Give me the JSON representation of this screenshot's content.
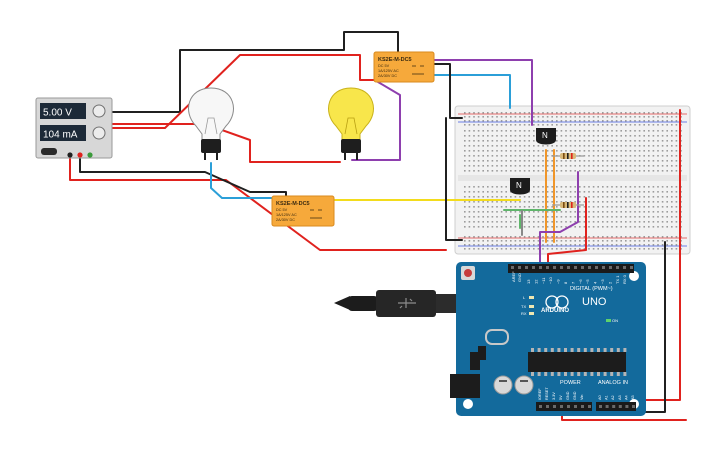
{
  "power_supply": {
    "voltage": "5.00 V",
    "current": "104 mA"
  },
  "relays": [
    {
      "part": "KS2E-M-DC5",
      "specs": [
        "DC 5V",
        "1A/125V AC",
        "2A/30V DC"
      ]
    },
    {
      "part": "KS2E-M-DC5",
      "specs": [
        "DC 5V",
        "1A/125V AC",
        "2A/30V DC"
      ]
    }
  ],
  "transistors": [
    {
      "label": "N"
    },
    {
      "label": "N"
    }
  ],
  "arduino": {
    "model": "UNO",
    "brand": "ARDUINO",
    "digital_label": "DIGITAL (PWM~)",
    "power_label": "POWER",
    "analog_label": "ANALOG IN",
    "aref": "AREF",
    "gnd": "GND",
    "tx": "TX",
    "rx": "RX",
    "on": "ON",
    "l": "L",
    "power_pins": [
      "IOREF",
      "RESET",
      "3.3V",
      "5V",
      "GND",
      "GND",
      "Vin"
    ],
    "analog_pins": [
      "A0",
      "A1",
      "A2",
      "A3",
      "A4",
      "A5"
    ],
    "digital_pins": [
      "13",
      "12",
      "~11",
      "~10",
      "~9",
      "8",
      "7",
      "~6",
      "~5",
      "4",
      "~3",
      "2",
      "TX 1",
      "RX 0"
    ]
  },
  "colors": {
    "red_wire": "#e0221e",
    "black_wire": "#202020",
    "blue_wire": "#2b9fd8",
    "yellow_wire": "#f3dc1c",
    "purple_wire": "#8e3fae",
    "orange_wire": "#f0962a",
    "green_wire": "#5fb56b",
    "relay_body": "#f6a93b",
    "arduino_board": "#136a9c",
    "bulb_on": "#f8e64b"
  },
  "icons": {
    "usb": "usb-icon",
    "bulb": "bulb-icon"
  }
}
